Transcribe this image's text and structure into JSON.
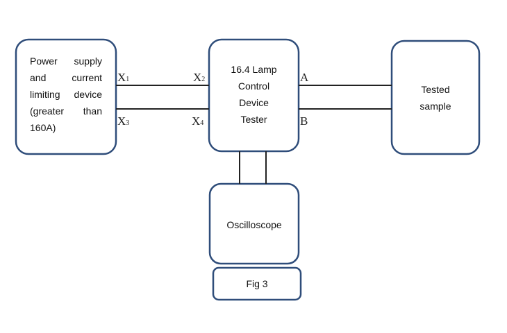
{
  "boxes": {
    "power": {
      "lines": [
        "Power supply",
        "and current",
        "limiting device",
        "(greater than",
        "160A)"
      ]
    },
    "tester": {
      "lines": [
        "16.4 Lamp",
        "Control",
        "Device",
        "Tester"
      ]
    },
    "sample": {
      "lines": [
        "Tested",
        "sample"
      ]
    },
    "oscilloscope": {
      "label": "Oscilloscope"
    },
    "caption": {
      "label": "Fig 3"
    }
  },
  "terminals": {
    "x1": {
      "letter": "X",
      "sub": "1"
    },
    "x2": {
      "letter": "X",
      "sub": "2"
    },
    "x3": {
      "letter": "X",
      "sub": "3"
    },
    "x4": {
      "letter": "X",
      "sub": "4"
    },
    "a": "A",
    "b": "B"
  },
  "colors": {
    "border": "#2f4d7a",
    "line": "#222222"
  }
}
